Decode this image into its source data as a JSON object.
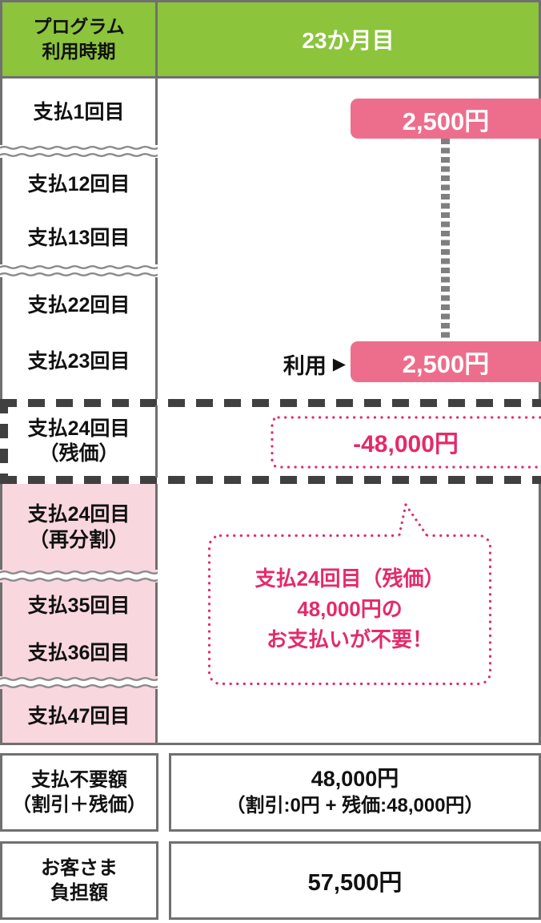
{
  "header": {
    "program_period_line1": "プログラム",
    "program_period_line2": "利用時期",
    "month_label": "23か月目"
  },
  "payments": {
    "row_1": "支払1回目",
    "row_12": "支払12回目",
    "row_13": "支払13回目",
    "row_22": "支払22回目",
    "row_23": "支払23回目",
    "row_24_residual_line1": "支払24回目",
    "row_24_residual_line2": "（残価）",
    "row_24_resplit_line1": "支払24回目",
    "row_24_resplit_line2": "（再分割）",
    "row_35": "支払35回目",
    "row_36": "支払36回目",
    "row_47": "支払47回目"
  },
  "chart": {
    "first_payment_amount": "2,500円",
    "usage_payment_amount": "2,500円",
    "usage_label": "利用",
    "arrow_icon": "▶",
    "residual_amount": "-48,000円",
    "bubble_line1": "支払24回目（残価）",
    "bubble_line2": "48,000円の",
    "bubble_line3": "お支払いが不要！"
  },
  "summary": {
    "no_payment_label_line1": "支払不要額",
    "no_payment_label_line2": "（割引＋残価）",
    "no_payment_value_line1": "48,000円",
    "no_payment_value_line2": "（割引:0円 + 残価:48,000円）",
    "customer_label_line1": "お客さま",
    "customer_label_line2": "負担額",
    "customer_value": "57,500円"
  },
  "colors": {
    "green": "#8CC43C",
    "pink_bar": "#ED6E8C",
    "pink_light": "#F8D7DF",
    "pink_accent": "#E42A6A",
    "border_gray": "#707070",
    "dash_dark": "#404040",
    "wave_gray": "#8A8A8A",
    "connector_gray": "#7F7F7F"
  }
}
